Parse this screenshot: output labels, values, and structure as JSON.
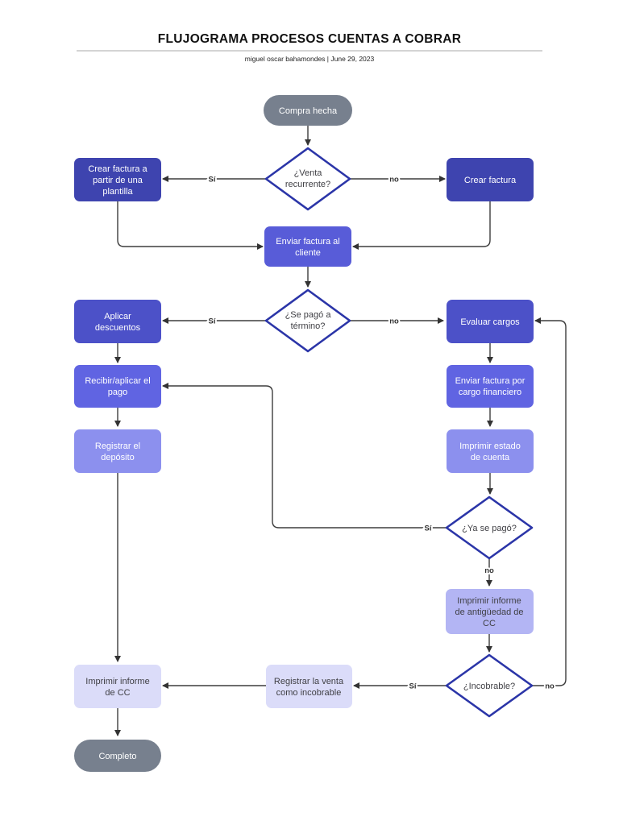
{
  "header": {
    "title": "FLUJOGRAMA PROCESOS CUENTAS A COBRAR",
    "byline": "miguel oscar bahamondes  |  June 29, 2023"
  },
  "colors": {
    "terminator": "#77808E",
    "level1": "#3E44AF",
    "level2": "#585CD8",
    "level3": "#4C51C8",
    "level4": "#6064E2",
    "level5": "#8C90EE",
    "level6": "#B3B5F4",
    "level7": "#DBDCF9",
    "diamond_border": "#2B35A8",
    "edge": "#3D3D3D"
  },
  "nodes": {
    "start": {
      "label": "Compra hecha"
    },
    "d_venta": {
      "lines": [
        "¿Venta",
        "recurrente?"
      ]
    },
    "crear_plantilla": {
      "lines": [
        "Crear factura a",
        "partir de una",
        "plantilla"
      ]
    },
    "crear_factura": {
      "label": "Crear factura"
    },
    "enviar_cliente": {
      "lines": [
        "Enviar factura al",
        "cliente"
      ]
    },
    "d_termino": {
      "lines": [
        "¿Se pagó a",
        "término?"
      ]
    },
    "aplicar_descuentos": {
      "lines": [
        "Aplicar",
        "descuentos"
      ]
    },
    "evaluar_cargos": {
      "label": "Evaluar cargos"
    },
    "recibir_pago": {
      "lines": [
        "Recibir/aplicar el",
        "pago"
      ]
    },
    "enviar_cargo": {
      "lines": [
        "Enviar factura por",
        "cargo financiero"
      ]
    },
    "registrar_deposito": {
      "lines": [
        "Registrar el",
        "depósito"
      ]
    },
    "imprimir_estado": {
      "lines": [
        "Imprimir estado",
        "de cuenta"
      ]
    },
    "d_ya_pago": {
      "label": "¿Ya se pagó?"
    },
    "imprimir_antiguedad": {
      "lines": [
        "Imprimir informe",
        "de antigüedad de",
        "CC"
      ]
    },
    "d_incobrable": {
      "label": "¿Incobrable?"
    },
    "registrar_venta": {
      "lines": [
        "Registrar la venta",
        "como incobrable"
      ]
    },
    "imprimir_cc": {
      "lines": [
        "Imprimir informe",
        "de CC"
      ]
    },
    "end": {
      "label": "Completo"
    }
  },
  "edge_labels": {
    "venta_si": "Sí",
    "venta_no": "no",
    "termino_si": "Sí",
    "termino_no": "no",
    "ya_pago_si": "Sí",
    "ya_pago_no": "no",
    "incobrable_si": "Sí",
    "incobrable_no": "no"
  }
}
